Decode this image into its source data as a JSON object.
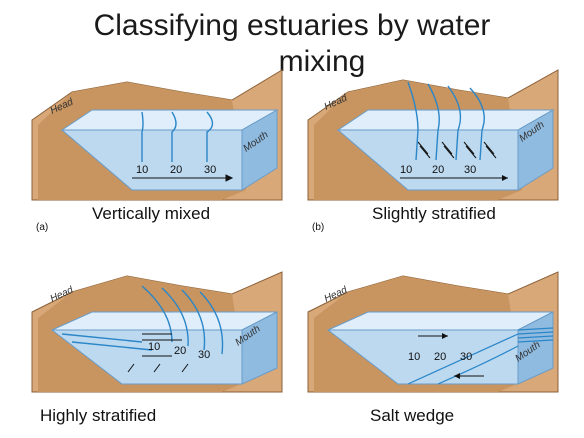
{
  "title": {
    "line1": "Classifying estuaries by water",
    "line2": "mixing"
  },
  "panels": [
    {
      "id": "a",
      "letter": "(a)",
      "caption": "Vertically mixed",
      "head": "Head",
      "mouth": "Mouth",
      "salinity": [
        "10",
        "20",
        "30"
      ]
    },
    {
      "id": "b",
      "letter": "(b)",
      "caption": "Slightly stratified",
      "head": "Head",
      "mouth": "Mouth",
      "salinity": [
        "10",
        "20",
        "30"
      ]
    },
    {
      "id": "c",
      "letter": "",
      "caption": "Highly stratified",
      "head": "Head",
      "mouth": "Mouth",
      "salinity": [
        "10",
        "20",
        "30"
      ]
    },
    {
      "id": "d",
      "letter": "",
      "caption": "Salt wedge",
      "head": "Head",
      "mouth": "Mouth",
      "salinity": [
        "10",
        "20",
        "30"
      ]
    }
  ],
  "colors": {
    "land": "#d9a878",
    "land_dark": "#b98452",
    "water_top": "#dfeefa",
    "water_front": "#bcd9f0",
    "water_side": "#8fbbe0",
    "isohaline": "#2a86c8"
  }
}
